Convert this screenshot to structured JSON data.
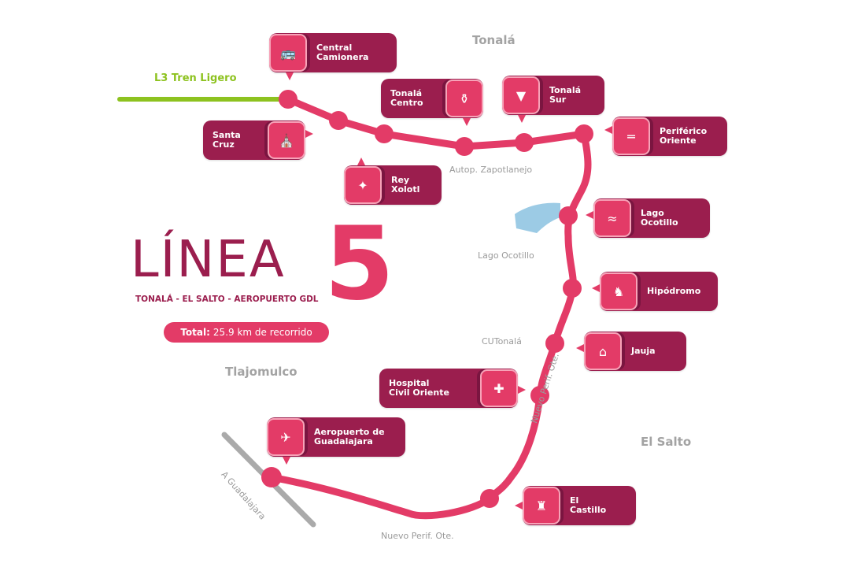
{
  "map": {
    "title": "LÍNEA",
    "line_number": "5",
    "subtitle": "TONALÁ - EL SALTO - AEROPUERTO GDL",
    "total": {
      "label": "Total:",
      "value": "25.9 km de recorrido"
    },
    "connection": {
      "label": "L3 Tren Ligero",
      "color": "#8dc21f"
    },
    "line_color": "#e33b67",
    "card_color": "#9b1e4e",
    "areas": [
      "Tonalá",
      "Tlajomulco",
      "El Salto"
    ],
    "roads": [
      "Autop. Zapotlanejo",
      "Lago Ocotillo",
      "CUTonalá",
      "Nuevo Perif. Ote.",
      "Nuevo Perif. Ote.",
      "A Guadalajara"
    ],
    "stations": [
      {
        "name": "Central\nCamionera",
        "icon": "bus-icon"
      },
      {
        "name": "Santa\nCruz",
        "icon": "church-icon"
      },
      {
        "name": "Rey\nXolotl",
        "icon": "dog-icon"
      },
      {
        "name": "Tonalá\nCentro",
        "icon": "pottery-icon"
      },
      {
        "name": "Tonalá\nSur",
        "icon": "arrow-icon"
      },
      {
        "name": "Periférico\nOriente",
        "icon": "road-icon"
      },
      {
        "name": "Lago\nOcotillo",
        "icon": "lake-icon"
      },
      {
        "name": "Hipódromo",
        "icon": "horse-icon"
      },
      {
        "name": "Jauja",
        "icon": "houses-icon"
      },
      {
        "name": "Hospital\nCivil Oriente",
        "icon": "hospital-icon"
      },
      {
        "name": "El\nCastillo",
        "icon": "castle-icon"
      },
      {
        "name": "Aeropuerto de\nGuadalajara",
        "icon": "airplane-icon"
      }
    ],
    "icons": {
      "bus-icon": "🚌",
      "church-icon": "⛪",
      "dog-icon": "✦",
      "pottery-icon": "⚱",
      "arrow-icon": "▼",
      "road-icon": "═",
      "lake-icon": "≈",
      "horse-icon": "♞",
      "houses-icon": "⌂",
      "hospital-icon": "✚",
      "castle-icon": "♜",
      "airplane-icon": "✈"
    }
  }
}
